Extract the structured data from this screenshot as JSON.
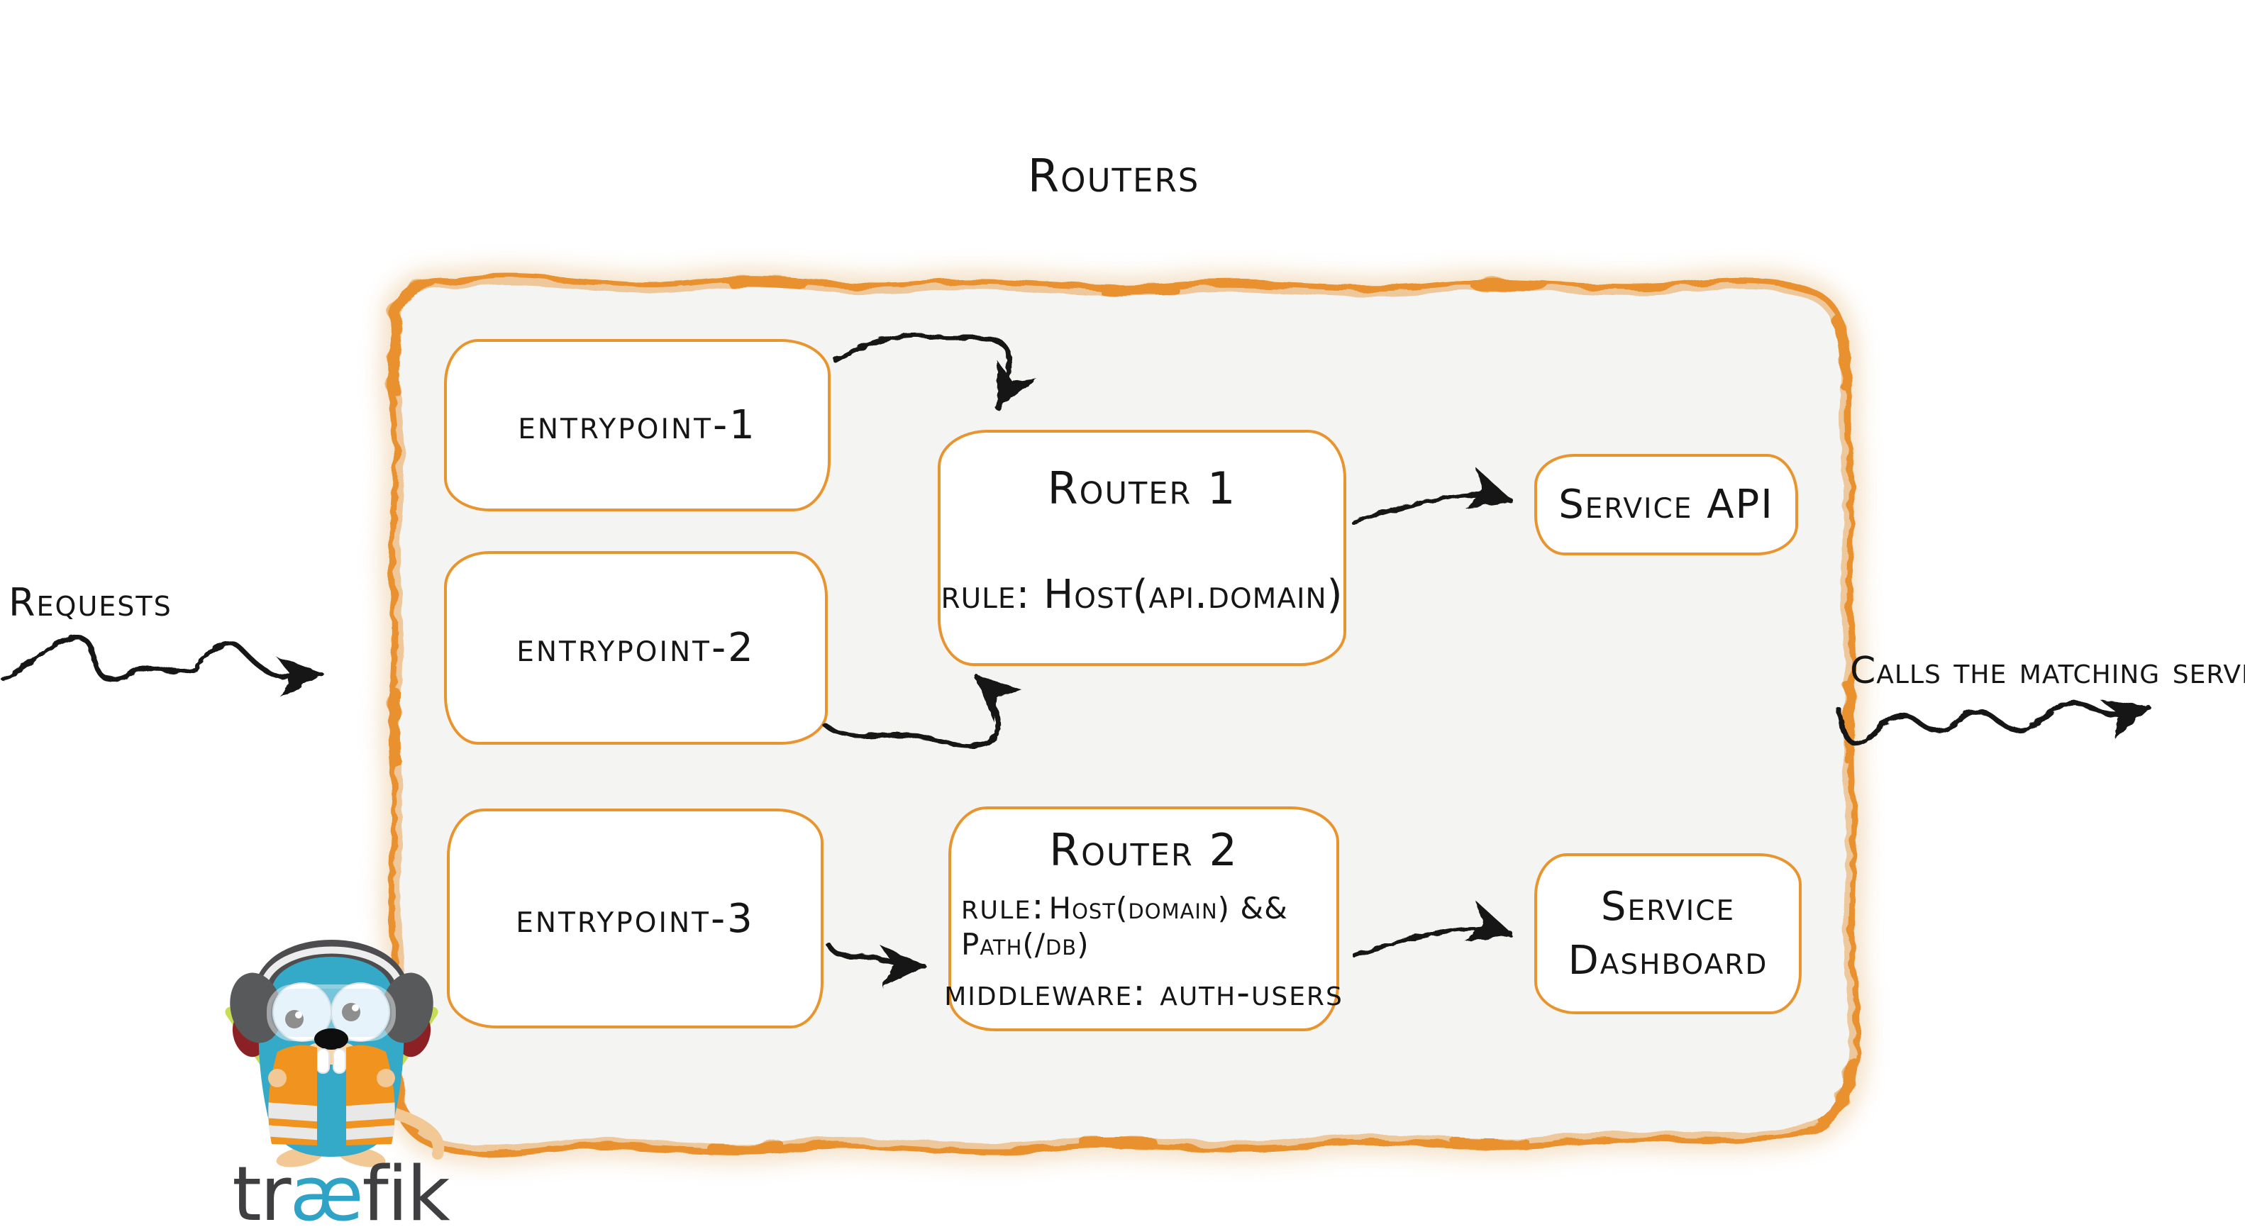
{
  "title": "Routers",
  "labels": {
    "requests": "Requests",
    "calls": "Calls the matching server"
  },
  "entrypoints": [
    {
      "label": "entrypoint-1"
    },
    {
      "label": "entrypoint-2"
    },
    {
      "label": "entrypoint-3"
    }
  ],
  "routers": [
    {
      "title": "Router 1",
      "rule": "rule: Host(api.domain)"
    },
    {
      "title": "Router 2",
      "rule_label": "rule:",
      "rule_value": "Host(domain) && Path(/db)",
      "middleware": "middleware: auth-users"
    }
  ],
  "services": [
    {
      "label": "Service API"
    },
    {
      "label": "Service",
      "label2": "Dashboard"
    }
  ],
  "edges": [
    {
      "from": "entrypoint-1",
      "to": "Router 1"
    },
    {
      "from": "entrypoint-2",
      "to": "Router 1"
    },
    {
      "from": "entrypoint-3",
      "to": "Router 2"
    },
    {
      "from": "Router 1",
      "to": "Service API"
    },
    {
      "from": "Router 2",
      "to": "Service Dashboard"
    },
    {
      "from": "Requests",
      "to": "routers-container"
    },
    {
      "from": "routers-container",
      "to": "Calls the matching server"
    }
  ],
  "logo": {
    "tr": "tr",
    "ae": "æ",
    "fik": "fik"
  },
  "colors": {
    "container_border": "#E8912D",
    "node_border": "#E8952F",
    "container_fill": "#F4F4F3",
    "arrow": "#151515",
    "gopher_teal": "#35A9C8",
    "vest_orange": "#F0941F",
    "baton_green": "#C9DC56",
    "wordmark_dark": "#3F3E40",
    "wordmark_teal": "#2FA3C6"
  }
}
